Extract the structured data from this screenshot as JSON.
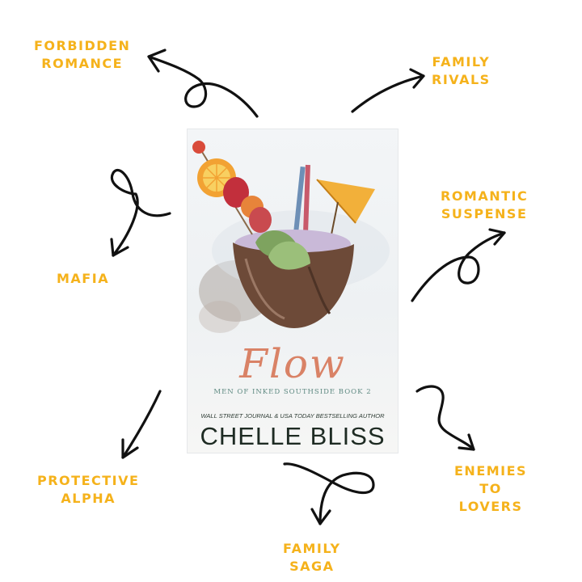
{
  "tropes": {
    "forbidden_romance": [
      "FORBIDDEN",
      "ROMANCE"
    ],
    "family_rivals": [
      "FAMILY",
      "RIVALS"
    ],
    "romantic_suspense": [
      "ROMANTIC",
      "SUSPENSE"
    ],
    "mafia": [
      "MAFIA"
    ],
    "protective_alpha": [
      "PROTECTIVE",
      "ALPHA"
    ],
    "family_saga": [
      "FAMILY",
      "SAGA"
    ],
    "enemies_to_lovers": [
      "ENEMIES",
      "TO",
      "LOVERS"
    ]
  },
  "book": {
    "title": "Flow",
    "series": "MEN OF INKED SOUTHSIDE BOOK 2",
    "tagline": "WALL STREET JOURNAL & USA TODAY BESTSELLING AUTHOR",
    "author": "CHELLE BLISS"
  },
  "colors": {
    "label": "#f5b21b",
    "arrow": "#111111",
    "title": "#d98266",
    "author": "#1e2b23"
  }
}
